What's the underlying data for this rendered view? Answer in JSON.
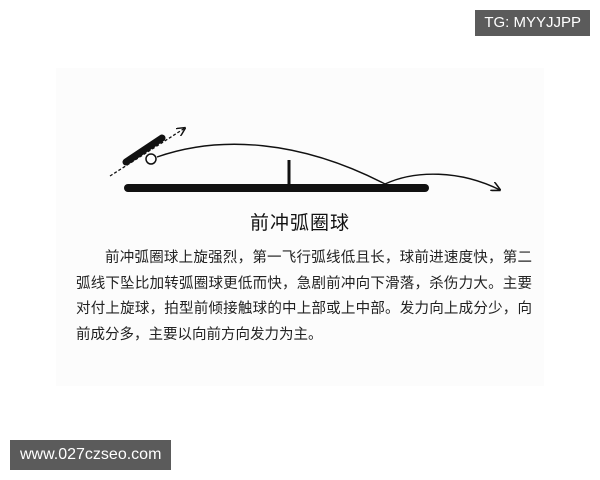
{
  "watermark": {
    "top_right": "TG: MYYJJPP",
    "bottom_left": "www.027czseo.com"
  },
  "figure": {
    "title": "前冲弧圈球",
    "description": "前冲弧圈球上旋强烈，第一飞行弧线低且长，球前进速度快，第二弧线下坠比加转弧圈球更低而快，急剧前冲向下滑落，杀伤力大。主要对付上旋球，拍型前倾接触球的中上部或上中部。发力向上成分少，向前成分多，主要以向前方向发力为主。"
  },
  "colors": {
    "line": "#111111",
    "watermark_bg": "#5b5b5b"
  }
}
